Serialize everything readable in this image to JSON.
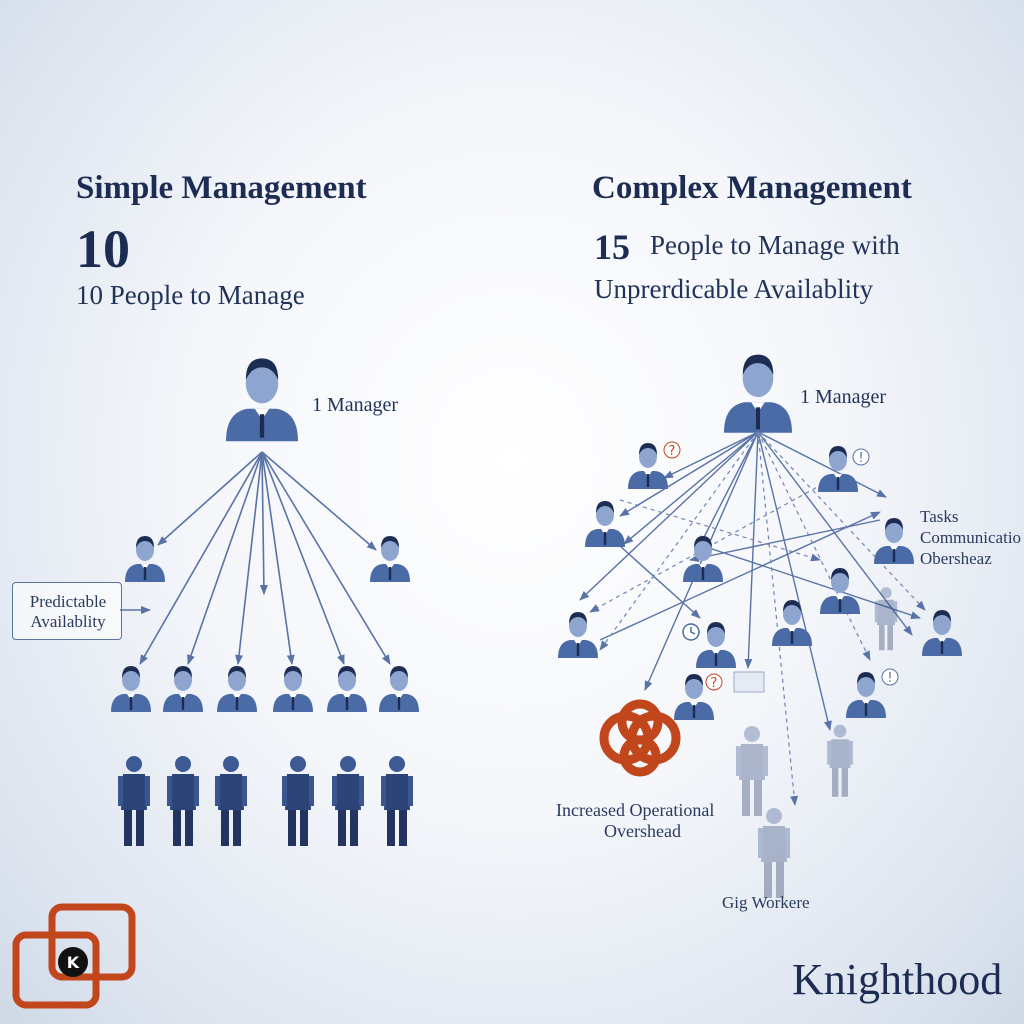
{
  "left": {
    "title": "Simple Management",
    "big_number": "10",
    "subtitle": "10 People to Manage",
    "manager_label": "1 Manager",
    "callout": "Predictable Availablity"
  },
  "right": {
    "title": "Complex Management",
    "number": "15",
    "subtitle_line1": "People to Manage with",
    "subtitle_line2": "Unprerdicable Availablity",
    "manager_label": "1 Manager",
    "side_labels": [
      "Tasks",
      "Communicatio",
      "Obersheaz"
    ],
    "overhead_line1": "Increased Operational",
    "overhead_line2": "Overshead",
    "gig_label": "Gig Workere",
    "question_mark": "?",
    "exclaim_mark": "!"
  },
  "brand": {
    "name": "Knighthood",
    "logo_letter": "K",
    "accent": "#c2461c"
  },
  "colors": {
    "navy": "#1d2c52",
    "person_blue": "#4a6ba5",
    "arrow": "#5a73a6",
    "accent": "#c2461c"
  }
}
